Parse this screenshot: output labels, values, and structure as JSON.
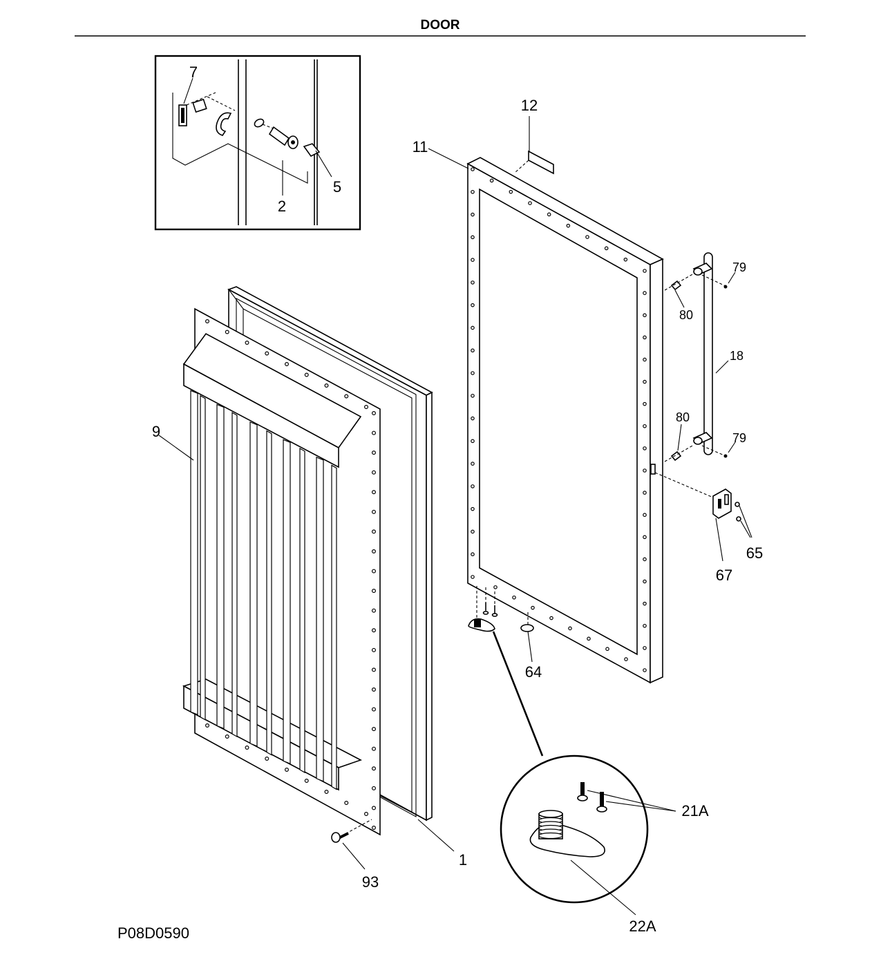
{
  "title": "DOOR",
  "diagram_code": "P08D0590",
  "part_labels": {
    "p7": "7",
    "p5": "5",
    "p2": "2",
    "p12": "12",
    "p11": "11",
    "p79a": "79",
    "p80a": "80",
    "p18": "18",
    "p80b": "80",
    "p79b": "79",
    "p65": "65",
    "p67": "67",
    "p64": "64",
    "p9": "9",
    "p1": "1",
    "p93": "93",
    "p21a": "21A",
    "p22a": "22A"
  }
}
